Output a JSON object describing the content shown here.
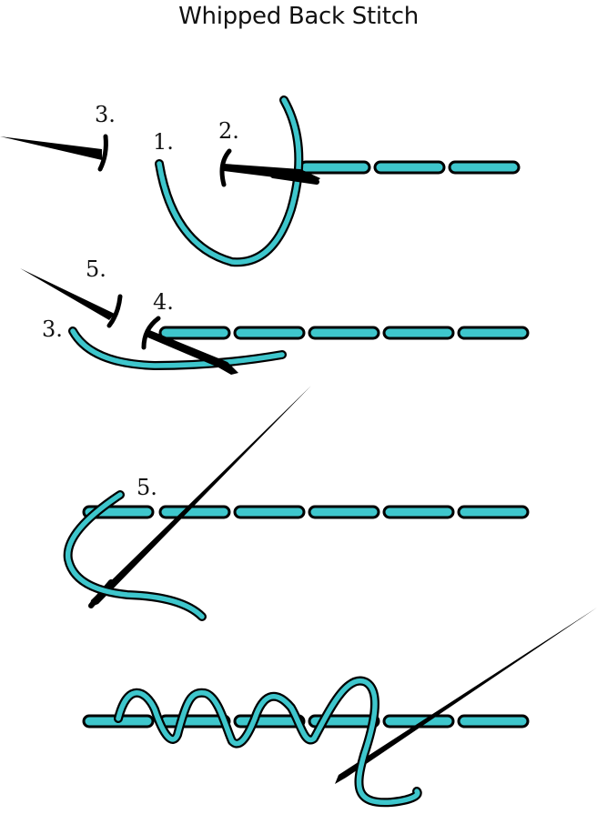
{
  "title": "Whipped Back Stitch",
  "colors": {
    "thread": "#3ec6cc",
    "outline": "#000000",
    "needle": "#000000",
    "background": "#ffffff"
  },
  "steps": [
    {
      "name": "step-1",
      "labels": [
        "3.",
        "1.",
        "2."
      ],
      "back_stitch_dashes": 3
    },
    {
      "name": "step-2",
      "labels": [
        "5.",
        "4.",
        "3."
      ],
      "back_stitch_dashes": 5
    },
    {
      "name": "step-3",
      "labels": [
        "5."
      ],
      "back_stitch_dashes": 6
    },
    {
      "name": "step-4",
      "labels": [],
      "back_stitch_dashes": 6,
      "whip_wraps": 4
    }
  ]
}
